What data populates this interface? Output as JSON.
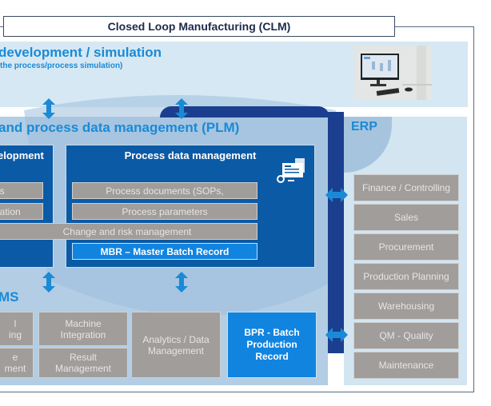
{
  "title": "Closed Loop Manufacturing (CLM)",
  "development": {
    "title": "development / simulation",
    "subtitle": "the process/process simulation)"
  },
  "plm": {
    "title": "and process data management (PLM)",
    "development_box": {
      "heading": "elopment",
      "items": [
        "ls",
        "lation"
      ]
    },
    "process_data_box": {
      "heading": "Process data management",
      "items": [
        "Process documents (SOPs,",
        "Process parameters"
      ],
      "icon": "document-gear-icon"
    },
    "shared_item": "Change and risk management",
    "mbr": "MBR – Master Batch Record"
  },
  "erp": {
    "title": "ERP",
    "items": [
      "Finance / Controlling",
      "Sales",
      "Procurement",
      "Production Planning",
      "Warehousing",
      "QM - Quality",
      "Maintenance"
    ]
  },
  "mes": {
    "title": "MS",
    "items": [
      {
        "line1": "l",
        "line2": "ing"
      },
      {
        "line1": "e",
        "line2": "ment"
      },
      {
        "line1": "Machine",
        "line2": "Integration"
      },
      {
        "line1": "Result",
        "line2": "Management"
      },
      {
        "line1": "Analytics / Data",
        "line2": "Management"
      }
    ],
    "bpr": {
      "line1": "BPR - Batch",
      "line2": "Production",
      "line3": "Record"
    }
  },
  "colors": {
    "accent_blue": "#1a8ad6",
    "dark_navy": "#1b3f8e",
    "box_blue": "#0b5aa6",
    "highlight_blue": "#1184e0",
    "gray_item": "#a09d9b"
  }
}
